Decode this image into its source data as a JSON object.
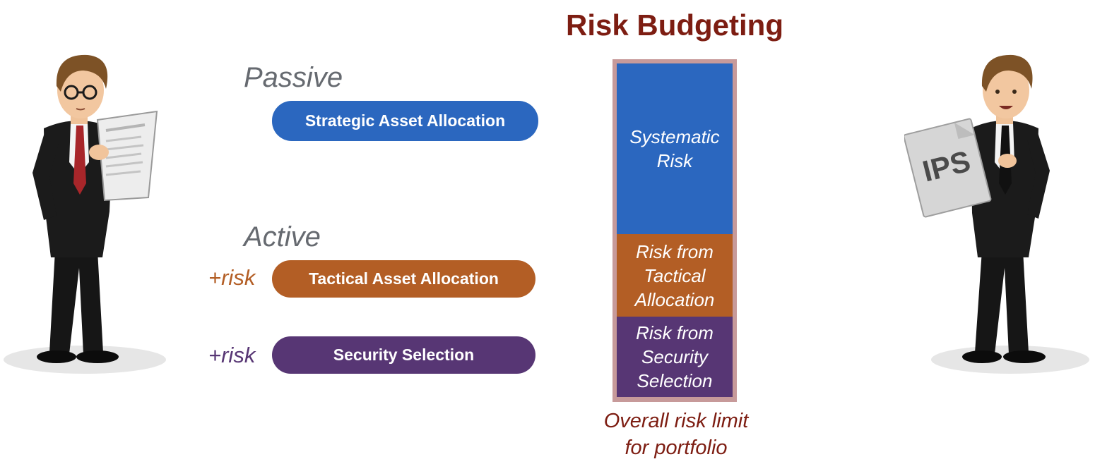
{
  "title": "Risk Budgeting",
  "passive": {
    "label": "Passive",
    "items": [
      {
        "label": "Strategic Asset Allocation",
        "color": "#2b67bf"
      }
    ]
  },
  "active": {
    "label": "Active",
    "items": [
      {
        "tag": "+risk",
        "tag_color": "#b35e25",
        "label": "Tactical Asset Allocation",
        "color": "#b35e25"
      },
      {
        "tag": "+risk",
        "tag_color": "#573674",
        "label": "Security Selection",
        "color": "#573674"
      }
    ]
  },
  "risk_bar": {
    "segments": [
      {
        "label": "Systematic\nRisk",
        "color": "#2b67bf"
      },
      {
        "label": "Risk from\nTactical\nAllocation",
        "color": "#b35e25"
      },
      {
        "label": "Risk from\nSecurity\nSelection",
        "color": "#573674"
      }
    ],
    "caption": "Overall risk limit\nfor portfolio"
  },
  "right_figure": {
    "document_label": "IPS"
  }
}
